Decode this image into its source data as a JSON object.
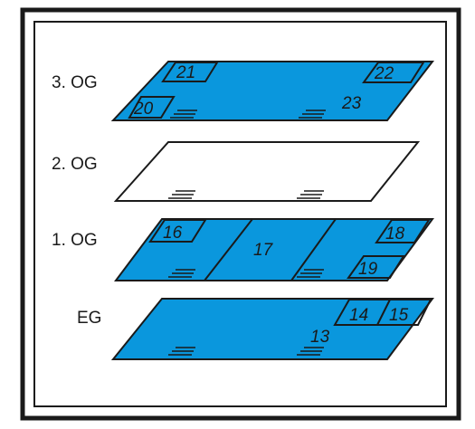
{
  "colors": {
    "frame": "#1a1a1a",
    "fill_blue": "#0a97dd",
    "fill_empty": "#ffffff",
    "background": "#ffffff"
  },
  "floors": [
    {
      "id": "3og",
      "label": "3. OG",
      "filled": true,
      "rooms": [
        {
          "id": "21",
          "number": "21"
        },
        {
          "id": "22",
          "number": "22"
        },
        {
          "id": "20",
          "number": "20"
        },
        {
          "id": "23",
          "number": "23"
        }
      ]
    },
    {
      "id": "2og",
      "label": "2. OG",
      "filled": false,
      "rooms": []
    },
    {
      "id": "1og",
      "label": "1. OG",
      "filled": true,
      "rooms": [
        {
          "id": "16",
          "number": "16"
        },
        {
          "id": "17",
          "number": "17"
        },
        {
          "id": "18",
          "number": "18"
        },
        {
          "id": "19",
          "number": "19"
        }
      ]
    },
    {
      "id": "eg",
      "label": "EG",
      "filled": true,
      "rooms": [
        {
          "id": "13",
          "number": "13"
        },
        {
          "id": "14",
          "number": "14"
        },
        {
          "id": "15",
          "number": "15"
        }
      ]
    }
  ]
}
